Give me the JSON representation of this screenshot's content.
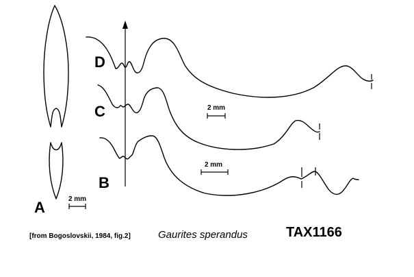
{
  "panels": {
    "a": "A",
    "b": "B",
    "c": "C",
    "d": "D"
  },
  "scale_bars": {
    "a": "2 mm",
    "c": "2 mm",
    "b": "2 mm"
  },
  "caption": {
    "citation": "[from Bogoslovskii, 1984, fig.2]",
    "species": "Gaurites sperandus",
    "taxon_id": "TAX1166"
  }
}
